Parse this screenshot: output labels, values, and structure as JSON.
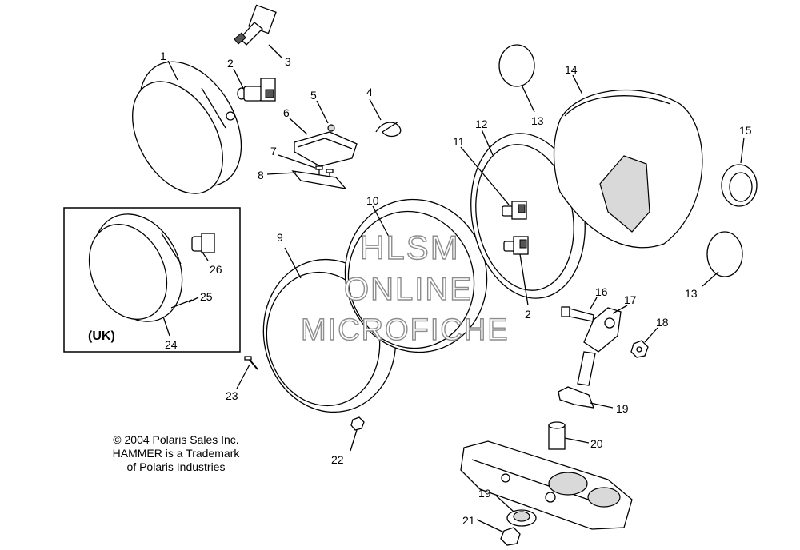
{
  "callouts": [
    "1",
    "2",
    "3",
    "4",
    "5",
    "6",
    "7",
    "8",
    "9",
    "10",
    "11",
    "12",
    "13",
    "14",
    "15",
    "13",
    "16",
    "17",
    "18",
    "2",
    "19",
    "20",
    "19",
    "21",
    "22",
    "23",
    "24",
    "25",
    "26"
  ],
  "inset_label": "(UK)",
  "copyright": {
    "line1": "© 2004 Polaris Sales Inc.",
    "line2": "HAMMER is a Trademark",
    "line3": "of Polaris Industries"
  },
  "watermark": {
    "line1": "HLSM",
    "line2": "ONLINE",
    "line3": "MICROFICHE"
  }
}
